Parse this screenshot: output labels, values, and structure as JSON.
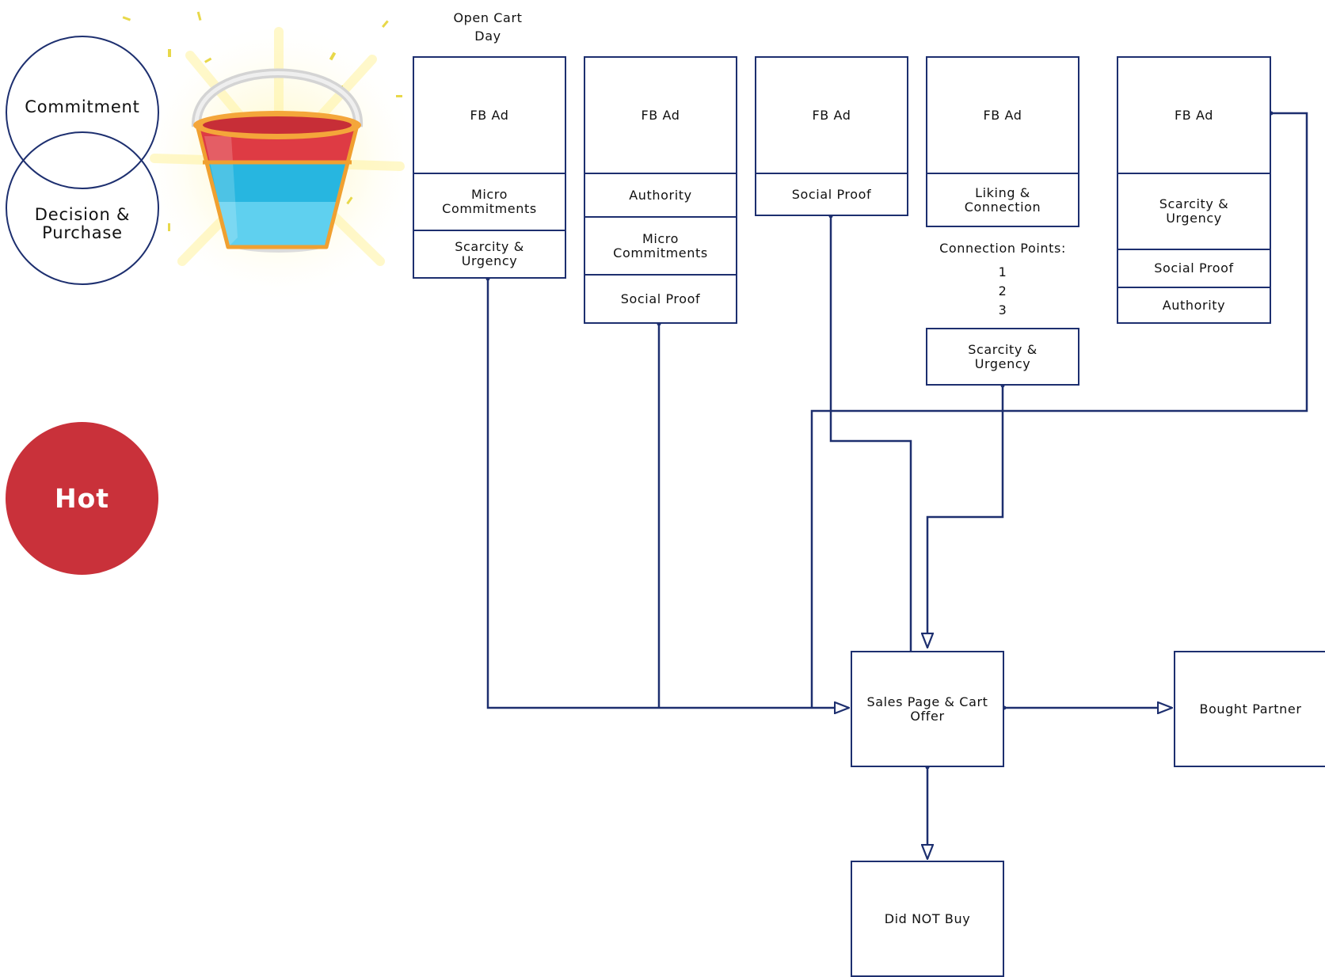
{
  "colors": {
    "stroke": "#1d2f6f",
    "hot": "#c9313a"
  },
  "legend": {
    "commitment": "Commitment",
    "decision": "Decision &\nPurchase",
    "hot": "Hot"
  },
  "bucket": {
    "icon": "bucket-icon"
  },
  "header": {
    "open_cart": "Open Cart\nDay"
  },
  "sequences": [
    {
      "cells": [
        "FB Ad",
        "Micro\nCommitments",
        "Scarcity &\nUrgency"
      ]
    },
    {
      "cells": [
        "FB Ad",
        "Authority",
        "Micro\nCommitments",
        "Social Proof"
      ]
    },
    {
      "cells": [
        "FB Ad",
        "Social Proof"
      ]
    },
    {
      "cells": [
        "FB Ad",
        "Liking &\nConnection"
      ]
    },
    {
      "cells": [
        "FB Ad",
        "Scarcity &\nUrgency",
        "Social Proof",
        "Authority"
      ]
    }
  ],
  "connection_points": {
    "title": "Connection Points:",
    "items": [
      "1",
      "2",
      "3"
    ]
  },
  "scarcity_box": "Scarcity &\nUrgency",
  "outcomes": {
    "sales": "Sales Page & Cart\nOffer",
    "bought": "Bought Partner",
    "not_bought": "Did NOT Buy"
  }
}
